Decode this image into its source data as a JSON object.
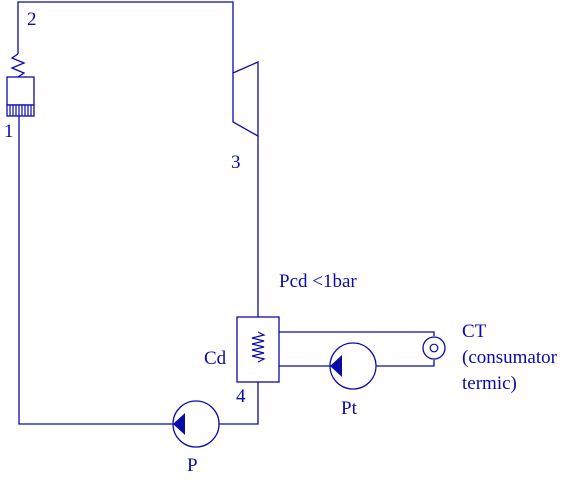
{
  "diagram": {
    "labels": {
      "point_1": "1",
      "point_2": "2",
      "point_3": "3",
      "point_4": "4",
      "pressure_condition": "Pcd <1bar",
      "condenser": "Cd",
      "consumer_line1": "CT",
      "consumer_line2": "(consumator",
      "consumer_line3": "termic)",
      "pump_main": "P",
      "pump_thermal": "Pt"
    },
    "colors": {
      "line": "#0a0aa8",
      "label": "#0a0aa8",
      "background": "#ffffff"
    },
    "icons": {
      "boiler": "boiler-icon",
      "resistance": "zigzag-heater-icon",
      "turbine": "turbine-icon",
      "condenser_coil": "coil-icon",
      "pump_main": "pump-icon",
      "pump_thermal": "pump-icon",
      "consumer": "thermal-consumer-icon"
    }
  }
}
